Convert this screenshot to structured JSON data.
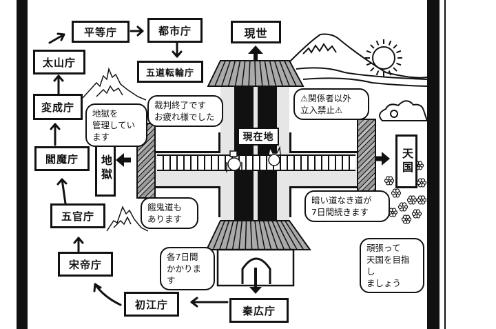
{
  "offices": {
    "shinko": "秦広庁",
    "shoko": "初江庁",
    "sotei": "宋帝庁",
    "gokan": "五官庁",
    "enma": "閻魔庁",
    "hensei": "変成庁",
    "taizan": "太山庁",
    "byodo": "平等庁",
    "toshi": "都市庁",
    "godotenrin": "五道転輪庁"
  },
  "destinations": {
    "gense": "現世",
    "jigoku": "地獄",
    "tengoku": "天国",
    "current_location": "現在地"
  },
  "bubbles": {
    "judgment_over": [
      "裁判終了です",
      "お疲れ様でした"
    ],
    "manage_hell": [
      "地獄を",
      "管理しています"
    ],
    "authorized_only": [
      "⚠関係者以外",
      "立入禁止⚠"
    ],
    "hungry_ghost": [
      "餓鬼道も",
      "あります"
    ],
    "dark_road": [
      "暗い道なき道が",
      "7日間続きます"
    ],
    "seven_days_each": [
      "各7日間",
      "かかります"
    ],
    "aim_heaven": [
      "頑張って",
      "天国を目指し",
      "ましょう"
    ]
  }
}
